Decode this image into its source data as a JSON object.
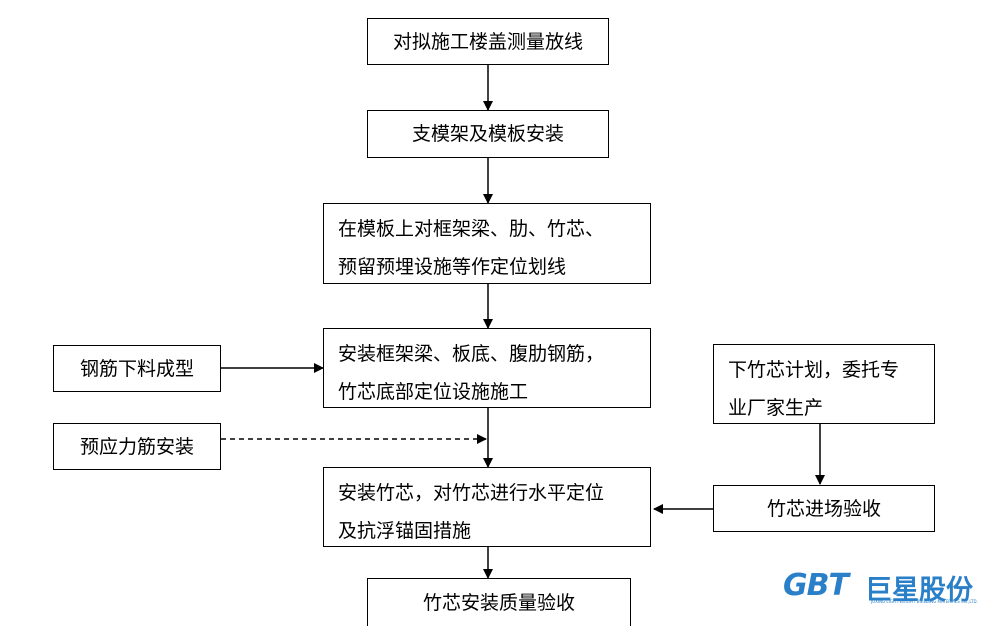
{
  "steps": {
    "s1": "对拟施工楼盖测量放线",
    "s2": "支模架及模板安装",
    "s3": {
      "line1": "在模板上对框架梁、肋、竹芯、",
      "line2": "预留预埋设施等作定位划线"
    },
    "s4": {
      "line1": "安装框架梁、板底、腹肋钢筋，",
      "line2": "竹芯底部定位设施施工"
    },
    "s5": {
      "line1": "安装竹芯，对竹芯进行水平定位",
      "line2": "及抗浮锚固措施"
    },
    "s6": "竹芯安装质量验收"
  },
  "side": {
    "rebar": "钢筋下料成型",
    "prestress": "预应力筋安装",
    "plan": {
      "line1": "下竹芯计划，委托专",
      "line2": "业厂家生产"
    },
    "accept": "竹芯进场验收"
  },
  "logo": {
    "mark": "GBT",
    "name": "巨星股份",
    "sub": "JUXING LIGHT-WEIGHT BUILDING MATERIALS CO.,LTD."
  },
  "colors": {
    "line": "#000000",
    "logo": "#2a7fc9"
  }
}
